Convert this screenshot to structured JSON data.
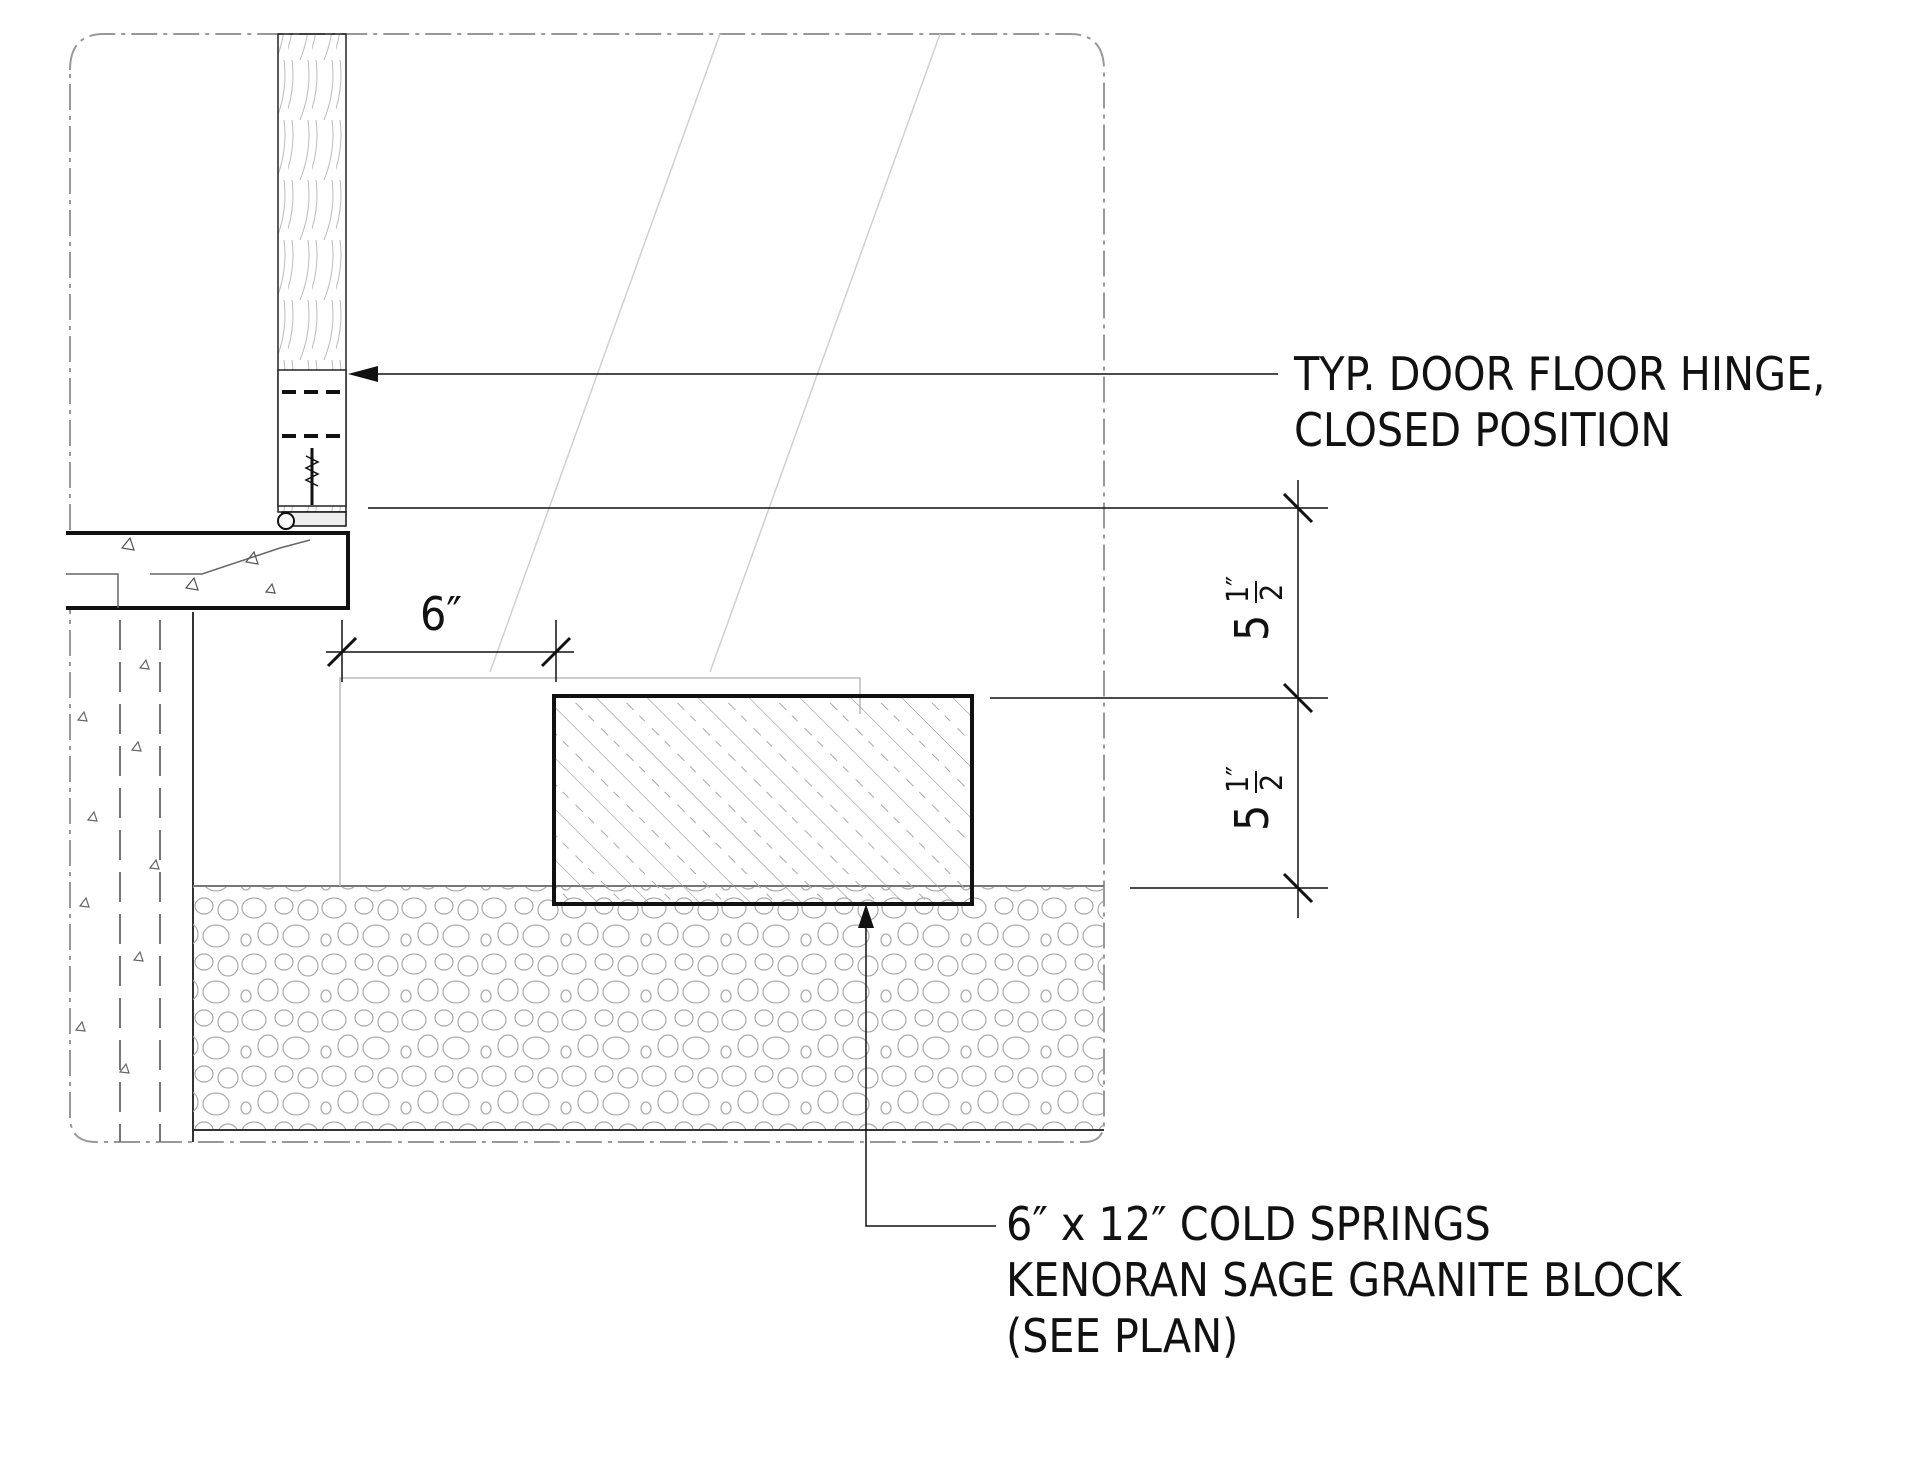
{
  "callouts": {
    "hinge": {
      "line1": "TYP. DOOR FLOOR HINGE,",
      "line2": "CLOSED POSITION"
    },
    "granite": {
      "line1": "6″ x 12″ COLD SPRINGS",
      "line2": "KENORAN SAGE GRANITE BLOCK",
      "line3": "(SEE PLAN)"
    }
  },
  "dimensions": {
    "horizontal": "6″",
    "upper_vertical": {
      "whole": "5",
      "num": "1″",
      "den": "2"
    },
    "lower_vertical": {
      "whole": "5",
      "num": "1″",
      "den": "2"
    }
  }
}
